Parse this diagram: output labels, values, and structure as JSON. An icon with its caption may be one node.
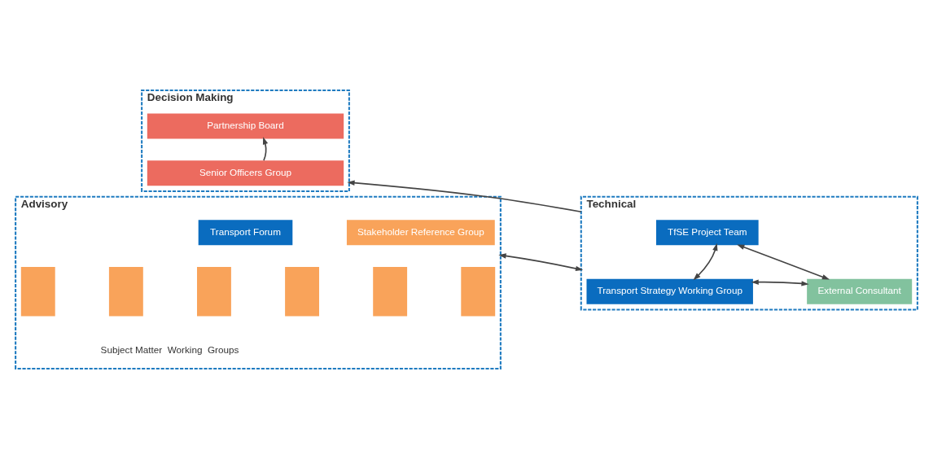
{
  "diagram": {
    "nodes": [
      {
        "text": [
          "Decision Making"
        ]
      },
      {
        "text": [
          "Partnership Board"
        ],
        "in": 0
      },
      {
        "text": [
          "Senior Officers Group"
        ],
        "in": 0
      },
      {
        "text": [
          "Advisory"
        ]
      },
      {
        "text": [
          "Transport Forum"
        ],
        "in": 3
      },
      {
        "text": [
          "Stakeholder Reference Group"
        ],
        "in": 3
      },
      {
        "text": [],
        "shape": "box",
        "in": 3
      },
      {
        "text": [],
        "shape": "box",
        "in": 3
      },
      {
        "text": [],
        "shape": "box",
        "in": 3
      },
      {
        "text": [],
        "shape": "box",
        "in": 3
      },
      {
        "text": [],
        "shape": "box",
        "in": 3
      },
      {
        "text": [],
        "shape": "box",
        "in": 3
      },
      {
        "text": [
          "Technical"
        ]
      },
      {
        "text": [
          "TfSE Project Team"
        ],
        "in": 12
      },
      {
        "text": [
          "Transport Strategy Working Group"
        ],
        "in": 12
      },
      {
        "text": [
          "External Consultant"
        ],
        "in": 12
      }
    ],
    "edges": [
      {
        "from": 2,
        "to": 1,
        "arrow": "to"
      },
      {
        "from": 12,
        "to": 0,
        "arrow": "to"
      },
      {
        "from": 3,
        "to": 12,
        "arrow": "both"
      },
      {
        "from": 13,
        "to": 14,
        "arrow": "both"
      },
      {
        "from": 13,
        "to": 15,
        "arrow": "both"
      },
      {
        "from": 14,
        "to": 15,
        "arrow": "both"
      }
    ],
    "labels": [
      "Subject Matter  Working  Groups"
    ]
  }
}
